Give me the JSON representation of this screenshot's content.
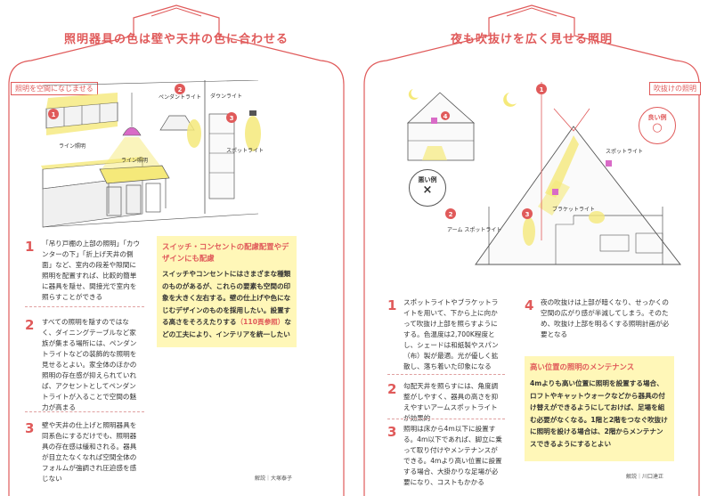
{
  "left": {
    "title": "照明器具の色は壁や天井の色に合わせる",
    "tag": "照明を空間になじませる",
    "illustration_labels": {
      "pendant": "ペンダントライト",
      "downlight": "ダウンライト",
      "line_light_1": "ライン照明",
      "line_light_2": "ライン照明",
      "spotlight": "スポットライト",
      "badge_1": "1",
      "badge_2": "2",
      "badge_3": "3"
    },
    "points": [
      {
        "num": "1",
        "text": "「吊り戸棚の上部の照明」「カウンターの下」「折上げ天井の側面」など、室内の段差や隙間に照明を配置すれば、比較的簡単に器具を隠せ、間接光で室内を照らすことができる"
      },
      {
        "num": "2",
        "text": "すべての照明を隠すのではなく、ダイニングテーブルなど家族が集まる場所には、ペンダントライトなどの装飾的な照明を見せるとよい。家全体のほかの照明の存在感が抑えられていれば、アクセントとしてペンダントライトが入ることで空間の魅力が高まる"
      },
      {
        "num": "3",
        "text": "壁や天井の仕上げと照明器具を同系色にするだけでも、照明器具の存在感は緩和される。器具が目立たなくなれば空間全体のフォルムが強調され圧迫感を感じない"
      }
    ],
    "note": {
      "heading": "スイッチ・コンセントの配慮配置やデザインにも配慮",
      "body_main": "スイッチやコンセントにはさまざまな種類のものがあるが、これらの要素も空間の印象を大きく左右する。壁の仕上げや色になじむデザインのものを採用したい。設置する高さをそろえたりする",
      "body_link": "（110頁参照）",
      "body_tail": "などの工夫により、インテリアを統一したい"
    },
    "credit": "解説｜大塚泰子"
  },
  "right": {
    "title": "夜も吹抜けを広く見せる照明",
    "tag": "吹抜けの照明",
    "good_label": "良い例",
    "good_mark": "○",
    "bad_label": "悪い例",
    "bad_mark": "×",
    "illustration_labels": {
      "spotlight": "スポットライト",
      "bracket": "ブラケットライト",
      "arm_spot": "アーム スポットライト",
      "badge_1": "1",
      "badge_2": "2",
      "badge_3": "3",
      "badge_4": "4"
    },
    "points": [
      {
        "num": "1",
        "text": "スポットライトやブラケットライトを用いて、下から上に向かって吹抜け上部を照らすようにする。色温度は2,700K程度とし、シェードは和紙製やスパン（布）製が最適。光が優しく拡散し、落ち着いた印象になる"
      },
      {
        "num": "2",
        "text": "勾配天井を照らすには、角度調整がしやすく、器具の高さを抑えやすいアームスポットライトが効果的"
      },
      {
        "num": "3",
        "text": "照明は床から4m以下に設置する。4m以下であれば、脚立に乗って取り付けやメンテナンスができる。4mより高い位置に設置する場合、大掛かりな足場が必要になり、コストもかかる"
      },
      {
        "num": "4",
        "text": "夜の吹抜けは上部が暗くなり、せっかくの空間の広がり感が半減してしまう。そのため、吹抜け上部を明るくする照明計画が必要となる"
      }
    ],
    "note": {
      "heading": "高い位置の照明のメンテナンス",
      "body": "4mよりも高い位置に照明を設置する場合、ロフトやキャットウォークなどから器具の付け替えができるようにしておけば、足場を組む必要がなくなる。1階と2階をつなぐ吹抜けに照明を設ける場合は、2階からメンテナンスできるようにするとよい"
    },
    "credit": "解説｜川口達正"
  },
  "colors": {
    "accent": "#e05a5a",
    "highlight": "#fff7b8",
    "light": "#f5e97a",
    "pendant": "#d96bc7"
  }
}
